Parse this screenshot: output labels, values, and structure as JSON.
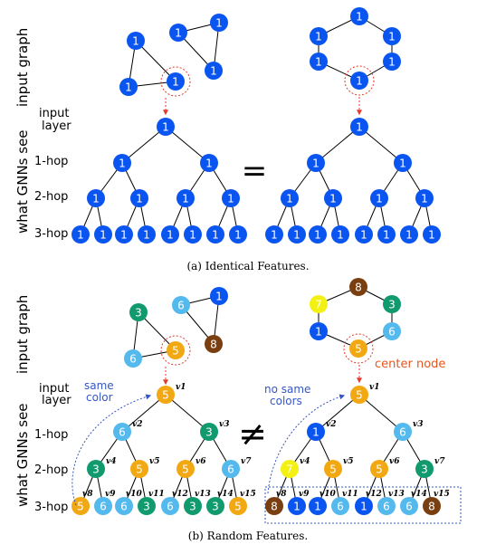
{
  "panel_a": {
    "caption": "(a) Identical Features.",
    "left_label": "input graph",
    "tree_label": "what GNNs see",
    "rows": [
      "input layer",
      "1-hop",
      "2-hop",
      "3-hop"
    ],
    "relation": "=",
    "node_value": "1",
    "node_color": "#0a55f0"
  },
  "panel_b": {
    "caption": "(b) Random Features.",
    "left_label": "input graph",
    "tree_label": "what GNNs see",
    "rows": [
      "input layer",
      "1-hop",
      "2-hop",
      "3-hop"
    ],
    "relation": "≠",
    "annotations": {
      "same_color": "same color",
      "no_same_colors": "no same colors",
      "center_node": "center node"
    },
    "colors": {
      "1": "#0a55f0",
      "3": "#119a6e",
      "5": "#f2a812",
      "6": "#54b9ec",
      "7": "#f3f114",
      "8": "#7a3f10"
    },
    "graph_left": [
      "3",
      "6",
      "1",
      "6",
      "5",
      "8"
    ],
    "graph_right": [
      "8",
      "7",
      "3",
      "1",
      "5",
      "6"
    ],
    "tree_left": {
      "root": "5",
      "hop1": [
        "6",
        "3"
      ],
      "hop2": [
        "3",
        "5",
        "5",
        "6"
      ],
      "hop3": [
        "5",
        "6",
        "6",
        "3",
        "6",
        "3",
        "3",
        "5"
      ]
    },
    "tree_right": {
      "root": "5",
      "hop1": [
        "1",
        "6"
      ],
      "hop2": [
        "7",
        "5",
        "5",
        "3"
      ],
      "hop3": [
        "8",
        "1",
        "1",
        "6",
        "1",
        "6",
        "6",
        "8"
      ]
    },
    "vlabels": {
      "root": "v1",
      "hop1": [
        "v2",
        "v3"
      ],
      "hop2": [
        "v4",
        "v5",
        "v6",
        "v7"
      ],
      "hop3": [
        "v8",
        "v9",
        "v10",
        "v11",
        "v12",
        "v13",
        "v14",
        "v15"
      ]
    }
  }
}
